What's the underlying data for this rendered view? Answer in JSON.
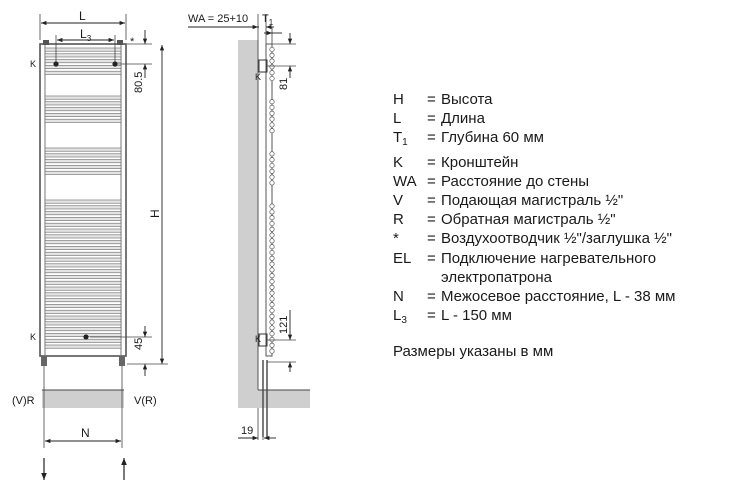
{
  "front_view": {
    "dim_L": "L",
    "dim_L3": "L",
    "dim_L3_sub": "3",
    "dim_H": "H",
    "dim_80_5": "80.5",
    "dim_45": "45",
    "dim_N": "N",
    "label_K": "K",
    "label_star": "*",
    "label_VR_left": "(V)R",
    "label_VR_right": "V(R)"
  },
  "side_view": {
    "dim_WA": "WA = 25+10",
    "dim_T1": "T",
    "dim_T1_sub": "1",
    "dim_81": "81",
    "dim_121": "121",
    "dim_19": "19",
    "label_K": "K"
  },
  "legend": [
    {
      "symbol": "H",
      "symbol_sub": "",
      "description": "Высота"
    },
    {
      "symbol": "L",
      "symbol_sub": "",
      "description": "Длина"
    },
    {
      "symbol": "T",
      "symbol_sub": "1",
      "description": "Глубина 60 мм"
    },
    {
      "symbol": "K",
      "symbol_sub": "",
      "description": "Кронштейн"
    },
    {
      "symbol": "WA",
      "symbol_sub": "",
      "description": "Расстояние до стены"
    },
    {
      "symbol": "V",
      "symbol_sub": "",
      "description": "Подающая магистраль ½\""
    },
    {
      "symbol": "R",
      "symbol_sub": "",
      "description": "Обратная магистраль ½\""
    },
    {
      "symbol": "*",
      "symbol_sub": "",
      "description": "Воздухоотводчик ½\"/заглушка ½\""
    },
    {
      "symbol": "EL",
      "symbol_sub": "",
      "description": "Подключение нагревательного"
    },
    {
      "symbol": "",
      "symbol_sub": "",
      "description": "электропатрона"
    },
    {
      "symbol": "N",
      "symbol_sub": "",
      "description": "Межосевое расстояние, L - 38 мм"
    },
    {
      "symbol": "L",
      "symbol_sub": "3",
      "description": "L - 150 мм"
    }
  ],
  "equals_sign": "=",
  "note": "Размеры указаны в мм"
}
